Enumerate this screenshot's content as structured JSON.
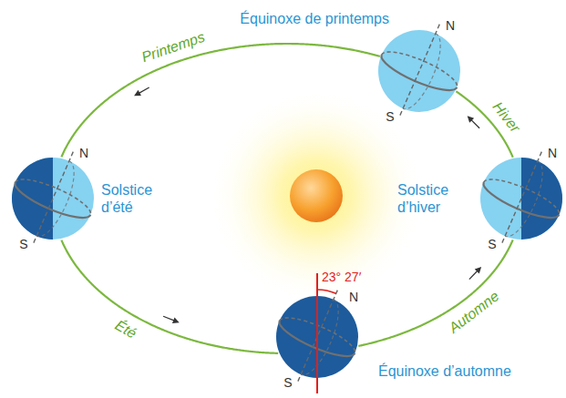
{
  "diagram": {
    "nodes": [
      {
        "text": [
          "Équinoxe de printemps"
        ]
      },
      {
        "text": [
          "Solstice d’été"
        ]
      },
      {
        "text": [
          "Solstice d’hiver"
        ]
      },
      {
        "text": [
          "Équinoxe d’automne"
        ]
      }
    ],
    "edges": [
      {
        "from": 0,
        "to": 1,
        "arrow": "to",
        "label": "Printemps"
      },
      {
        "from": 1,
        "to": 3,
        "arrow": "to",
        "label": "Été"
      },
      {
        "from": 3,
        "to": 2,
        "arrow": "to",
        "label": "Automne"
      },
      {
        "from": 2,
        "to": 0,
        "arrow": "to",
        "label": "Hiver"
      }
    ],
    "labels": [
      "N",
      "S",
      "N",
      "S",
      "N",
      "S",
      "N",
      "S",
      "23° 27′"
    ]
  }
}
